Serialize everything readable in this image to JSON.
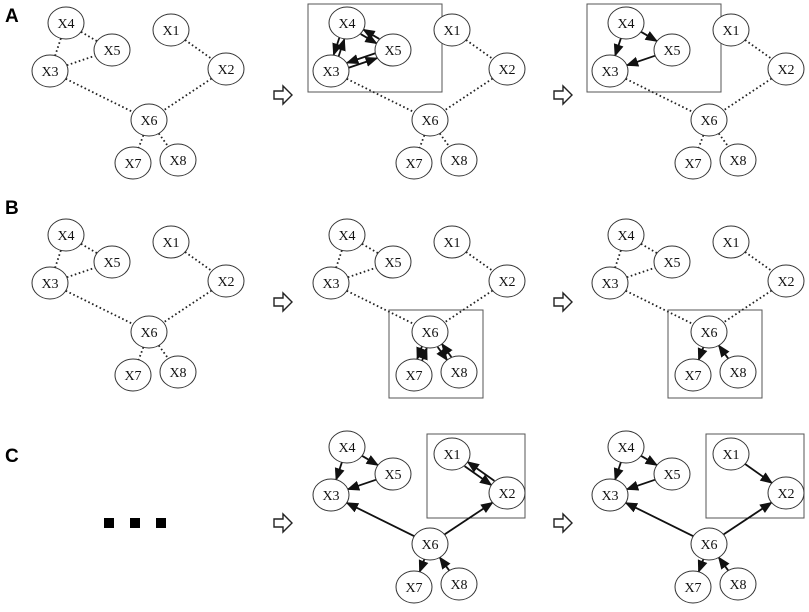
{
  "rows": [
    {
      "label": "A"
    },
    {
      "label": "B"
    },
    {
      "label": "C"
    }
  ],
  "nodes": [
    "X1",
    "X2",
    "X3",
    "X4",
    "X5",
    "X6",
    "X7",
    "X8"
  ],
  "skeleton_edges": [
    [
      "X4",
      "X3"
    ],
    [
      "X4",
      "X5"
    ],
    [
      "X3",
      "X5"
    ],
    [
      "X1",
      "X2"
    ],
    [
      "X3",
      "X6"
    ],
    [
      "X2",
      "X6"
    ],
    [
      "X6",
      "X7"
    ],
    [
      "X6",
      "X8"
    ]
  ],
  "panels": [
    {
      "id": "A1",
      "edges": []
    },
    {
      "id": "A2",
      "frame": [
        "X4",
        "X5",
        "X3"
      ],
      "edges": [
        {
          "from": "X4",
          "to": "X3",
          "style": "bidirected"
        },
        {
          "from": "X4",
          "to": "X5",
          "style": "bidirected"
        },
        {
          "from": "X3",
          "to": "X5",
          "style": "bidirected"
        }
      ]
    },
    {
      "id": "A3",
      "frame": [
        "X4",
        "X5",
        "X3"
      ],
      "edges": [
        {
          "from": "X4",
          "to": "X3",
          "style": "directed"
        },
        {
          "from": "X4",
          "to": "X5",
          "style": "directed"
        },
        {
          "from": "X5",
          "to": "X3",
          "style": "directed"
        }
      ]
    },
    {
      "id": "B1",
      "edges": []
    },
    {
      "id": "B2",
      "frame": [
        "X6",
        "X7",
        "X8"
      ],
      "edges": [
        {
          "from": "X6",
          "to": "X7",
          "style": "bidirected"
        },
        {
          "from": "X6",
          "to": "X8",
          "style": "bidirected"
        }
      ]
    },
    {
      "id": "B3",
      "frame": [
        "X6",
        "X7",
        "X8"
      ],
      "edges": [
        {
          "from": "X6",
          "to": "X7",
          "style": "directed"
        },
        {
          "from": "X8",
          "to": "X6",
          "style": "directed"
        }
      ]
    },
    {
      "id": "C1",
      "ellipsis": true
    },
    {
      "id": "C2",
      "frame": [
        "X1",
        "X2"
      ],
      "full": true,
      "edges": [
        {
          "from": "X4",
          "to": "X3",
          "style": "directed"
        },
        {
          "from": "X4",
          "to": "X5",
          "style": "directed"
        },
        {
          "from": "X5",
          "to": "X3",
          "style": "directed"
        },
        {
          "from": "X6",
          "to": "X3",
          "style": "directed"
        },
        {
          "from": "X6",
          "to": "X2",
          "style": "directed"
        },
        {
          "from": "X6",
          "to": "X7",
          "style": "directed"
        },
        {
          "from": "X8",
          "to": "X6",
          "style": "directed"
        },
        {
          "from": "X1",
          "to": "X2",
          "style": "bidirected"
        }
      ]
    },
    {
      "id": "C3",
      "frame": [
        "X1",
        "X2"
      ],
      "full": true,
      "edges": [
        {
          "from": "X4",
          "to": "X3",
          "style": "directed"
        },
        {
          "from": "X4",
          "to": "X5",
          "style": "directed"
        },
        {
          "from": "X5",
          "to": "X3",
          "style": "directed"
        },
        {
          "from": "X6",
          "to": "X3",
          "style": "directed"
        },
        {
          "from": "X6",
          "to": "X2",
          "style": "directed"
        },
        {
          "from": "X6",
          "to": "X7",
          "style": "directed"
        },
        {
          "from": "X8",
          "to": "X6",
          "style": "directed"
        },
        {
          "from": "X1",
          "to": "X2",
          "style": "directed"
        }
      ]
    }
  ]
}
